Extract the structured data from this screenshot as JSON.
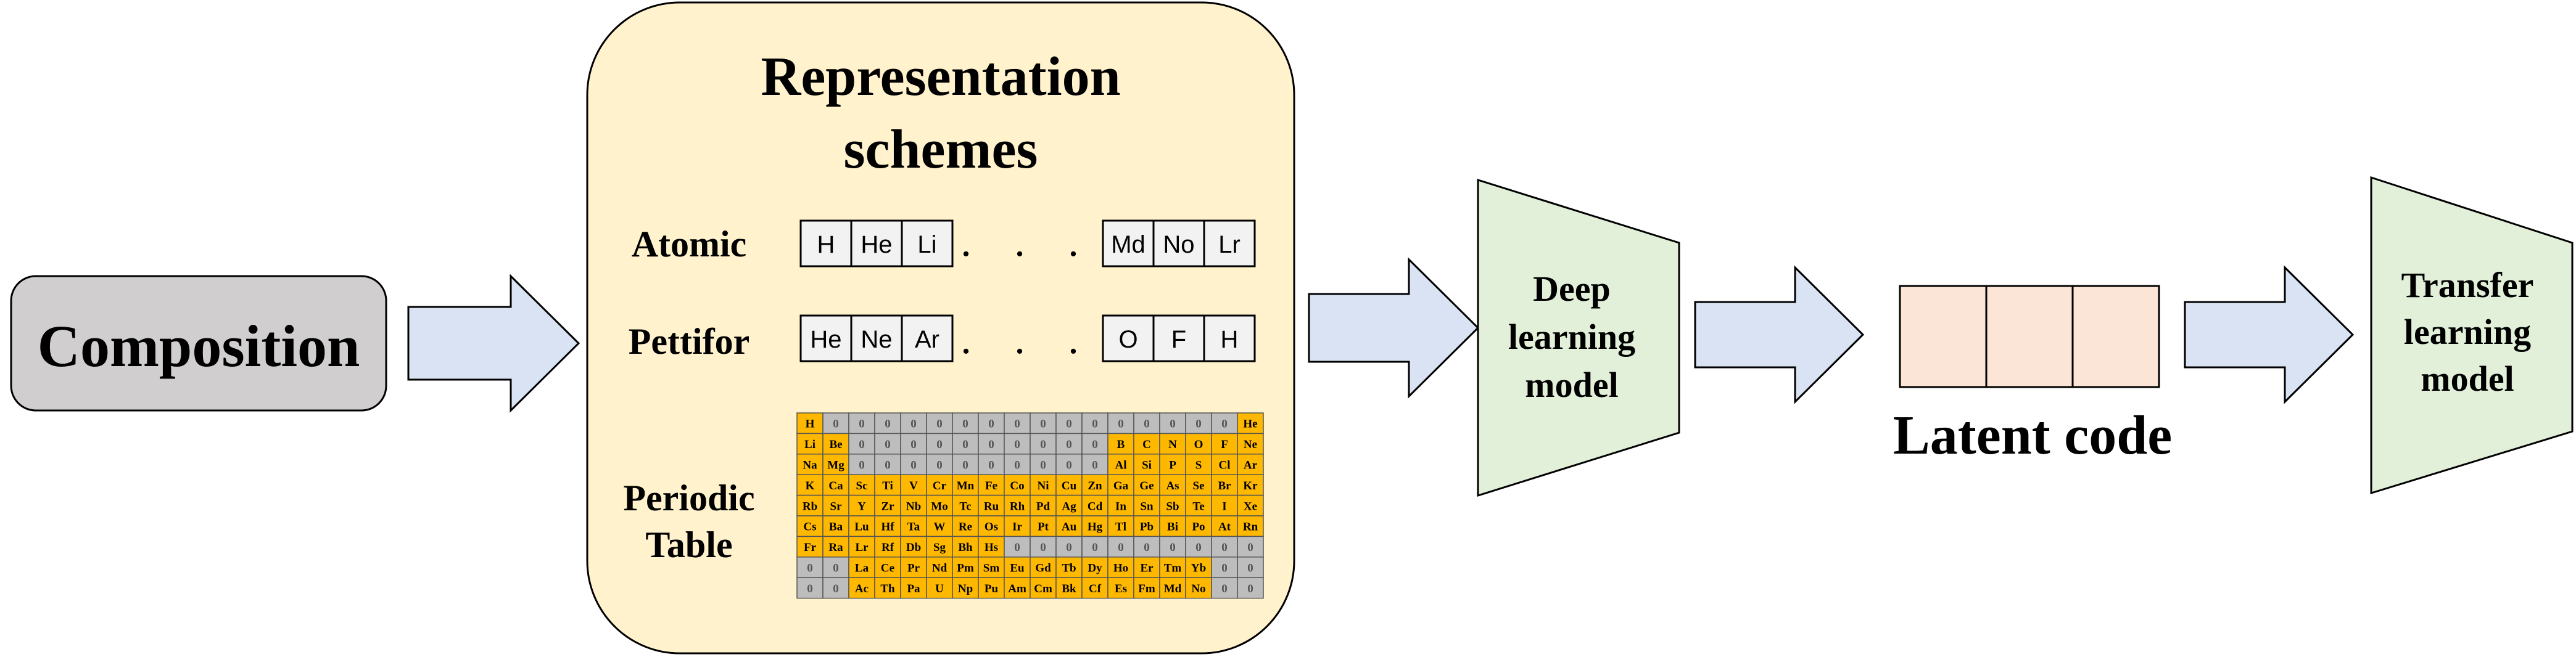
{
  "composition": {
    "label": "Composition"
  },
  "representation": {
    "title_line1": "Representation",
    "title_line2": "schemes",
    "atomic": {
      "label": "Atomic",
      "left_cells": [
        "H",
        "He",
        "Li"
      ],
      "ellipsis": ". . .",
      "right_cells": [
        "Md",
        "No",
        "Lr"
      ]
    },
    "pettifor": {
      "label": "Pettifor",
      "left_cells": [
        "He",
        "Ne",
        "Ar"
      ],
      "ellipsis": ". . .",
      "right_cells": [
        "O",
        "F",
        "H"
      ]
    },
    "periodic": {
      "label_line1": "Periodic",
      "label_line2": "Table",
      "rows": [
        [
          "H",
          "0",
          "0",
          "0",
          "0",
          "0",
          "0",
          "0",
          "0",
          "0",
          "0",
          "0",
          "0",
          "0",
          "0",
          "0",
          "0",
          "He"
        ],
        [
          "Li",
          "Be",
          "0",
          "0",
          "0",
          "0",
          "0",
          "0",
          "0",
          "0",
          "0",
          "0",
          "B",
          "C",
          "N",
          "O",
          "F",
          "Ne"
        ],
        [
          "Na",
          "Mg",
          "0",
          "0",
          "0",
          "0",
          "0",
          "0",
          "0",
          "0",
          "0",
          "0",
          "Al",
          "Si",
          "P",
          "S",
          "Cl",
          "Ar"
        ],
        [
          "K",
          "Ca",
          "Sc",
          "Ti",
          "V",
          "Cr",
          "Mn",
          "Fe",
          "Co",
          "Ni",
          "Cu",
          "Zn",
          "Ga",
          "Ge",
          "As",
          "Se",
          "Br",
          "Kr"
        ],
        [
          "Rb",
          "Sr",
          "Y",
          "Zr",
          "Nb",
          "Mo",
          "Tc",
          "Ru",
          "Rh",
          "Pd",
          "Ag",
          "Cd",
          "In",
          "Sn",
          "Sb",
          "Te",
          "I",
          "Xe"
        ],
        [
          "Cs",
          "Ba",
          "Lu",
          "Hf",
          "Ta",
          "W",
          "Re",
          "Os",
          "Ir",
          "Pt",
          "Au",
          "Hg",
          "Tl",
          "Pb",
          "Bi",
          "Po",
          "At",
          "Rn"
        ],
        [
          "Fr",
          "Ra",
          "Lr",
          "Rf",
          "Db",
          "Sg",
          "Bh",
          "Hs",
          "0",
          "0",
          "0",
          "0",
          "0",
          "0",
          "0",
          "0",
          "0",
          "0"
        ],
        [
          "0",
          "0",
          "La",
          "Ce",
          "Pr",
          "Nd",
          "Pm",
          "Sm",
          "Eu",
          "Gd",
          "Tb",
          "Dy",
          "Ho",
          "Er",
          "Tm",
          "Yb",
          "0",
          "0"
        ],
        [
          "0",
          "0",
          "Ac",
          "Th",
          "Pa",
          "U",
          "Np",
          "Pu",
          "Am",
          "Cm",
          "Bk",
          "Cf",
          "Es",
          "Fm",
          "Md",
          "No",
          "0",
          "0"
        ]
      ],
      "filled_color": "#FFB800",
      "empty_color": "#BDBDBD"
    }
  },
  "deep_model": {
    "line1": "Deep",
    "line2": "learning",
    "line3": "model"
  },
  "latent": {
    "label": "Latent code",
    "cell_count": 3
  },
  "transfer_model": {
    "line1": "Transfer",
    "line2": "learning",
    "line3": "model"
  },
  "colors": {
    "composition_fill": "#D0CECE",
    "scheme_fill": "#FFF2CC",
    "arrow_fill": "#DAE3F3",
    "model_fill": "#E2F0D9",
    "latent_fill": "#FBE5D6",
    "cell_fill": "#F2F2F2"
  }
}
